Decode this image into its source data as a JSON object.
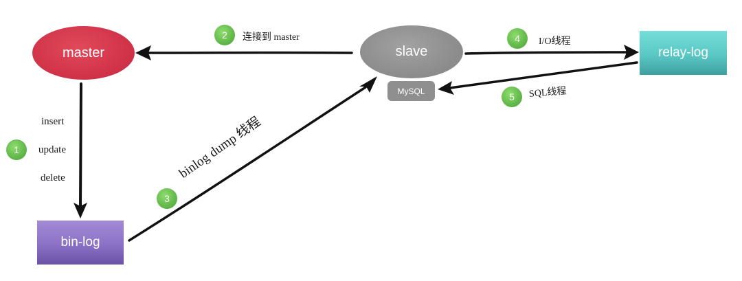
{
  "nodes": {
    "master": "master",
    "slave": "slave",
    "mysql": "MySQL",
    "relay_log": "relay-log",
    "bin_log": "bin-log"
  },
  "steps": [
    {
      "number": "1",
      "labels": [
        "insert",
        "update",
        "delete"
      ]
    },
    {
      "number": "2",
      "label": "连接到 master"
    },
    {
      "number": "3",
      "label": "binlog dump 线程"
    },
    {
      "number": "4",
      "label": "I/O线程"
    },
    {
      "number": "5",
      "label": "SQL线程"
    }
  ],
  "colors": {
    "master": "#d2344a",
    "slave": "#8e8e8e",
    "mysql": "#8f8f8f",
    "relay_log": "#5ac8c4",
    "bin_log": "#8c72c6",
    "badge": "#62b84a",
    "arrow": "#111111"
  }
}
